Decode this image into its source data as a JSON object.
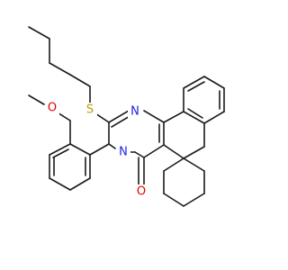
{
  "molecule": {
    "colors": {
      "bond": "#1a1a1a",
      "carbon": "#1a1a1a",
      "nitrogen": "#1f1fe6",
      "oxygen": "#e60000",
      "sulfur": "#b8a200",
      "background": "#ffffff"
    },
    "atom_labels": {
      "sulfur": "S",
      "nitrogen_imine": "N",
      "nitrogen_amide": "N",
      "oxygen_methoxy": "O",
      "oxygen_carbonyl": "O"
    }
  }
}
